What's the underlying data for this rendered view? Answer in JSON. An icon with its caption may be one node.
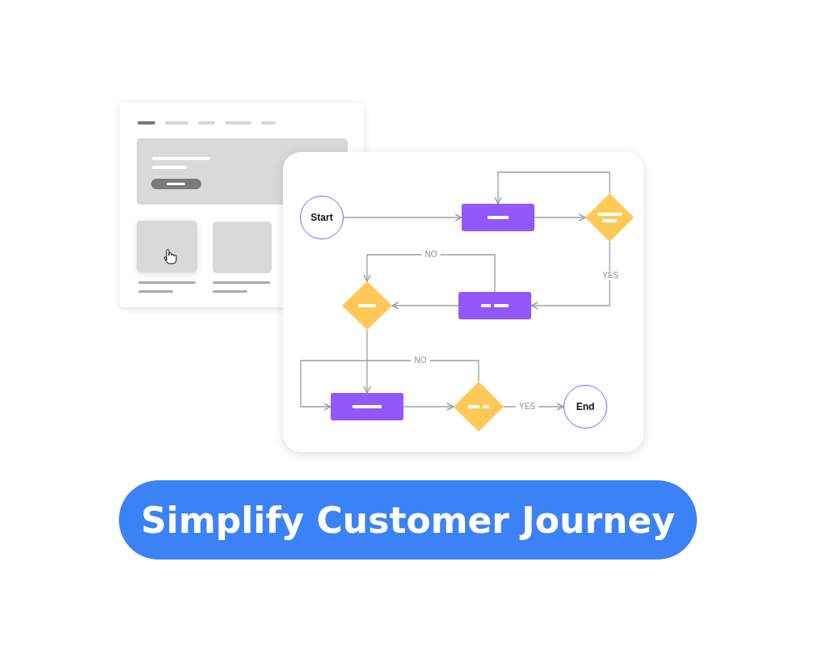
{
  "diagram": {
    "title": "Simplify Customer Journey",
    "nodes": [
      {
        "text": [
          "Start"
        ]
      },
      {
        "text": [],
        "shape": "box"
      },
      {
        "text": [],
        "shape": "diamond"
      },
      {
        "text": [],
        "shape": "box"
      },
      {
        "text": [],
        "shape": "diamond"
      },
      {
        "text": [],
        "shape": "box"
      },
      {
        "text": [],
        "shape": "diamond"
      },
      {
        "text": [
          "End"
        ]
      }
    ],
    "edges": [
      {
        "from": 0,
        "to": 1,
        "arrow": "to"
      },
      {
        "from": 1,
        "to": 2,
        "arrow": "to"
      },
      {
        "from": 2,
        "to": 1,
        "arrow": "to"
      },
      {
        "from": 2,
        "to": 3,
        "label": "YES",
        "arrow": "to"
      },
      {
        "from": 3,
        "to": 4,
        "label": "NO",
        "arrow": "to"
      },
      {
        "from": 3,
        "to": 4,
        "arrow": "to"
      },
      {
        "from": 4,
        "to": 5,
        "arrow": "to"
      },
      {
        "from": 6,
        "to": 5,
        "label": "NO",
        "arrow": "to"
      },
      {
        "from": 5,
        "to": 6,
        "arrow": "to"
      },
      {
        "from": 6,
        "to": 7,
        "label": "YES",
        "arrow": "to"
      }
    ]
  }
}
